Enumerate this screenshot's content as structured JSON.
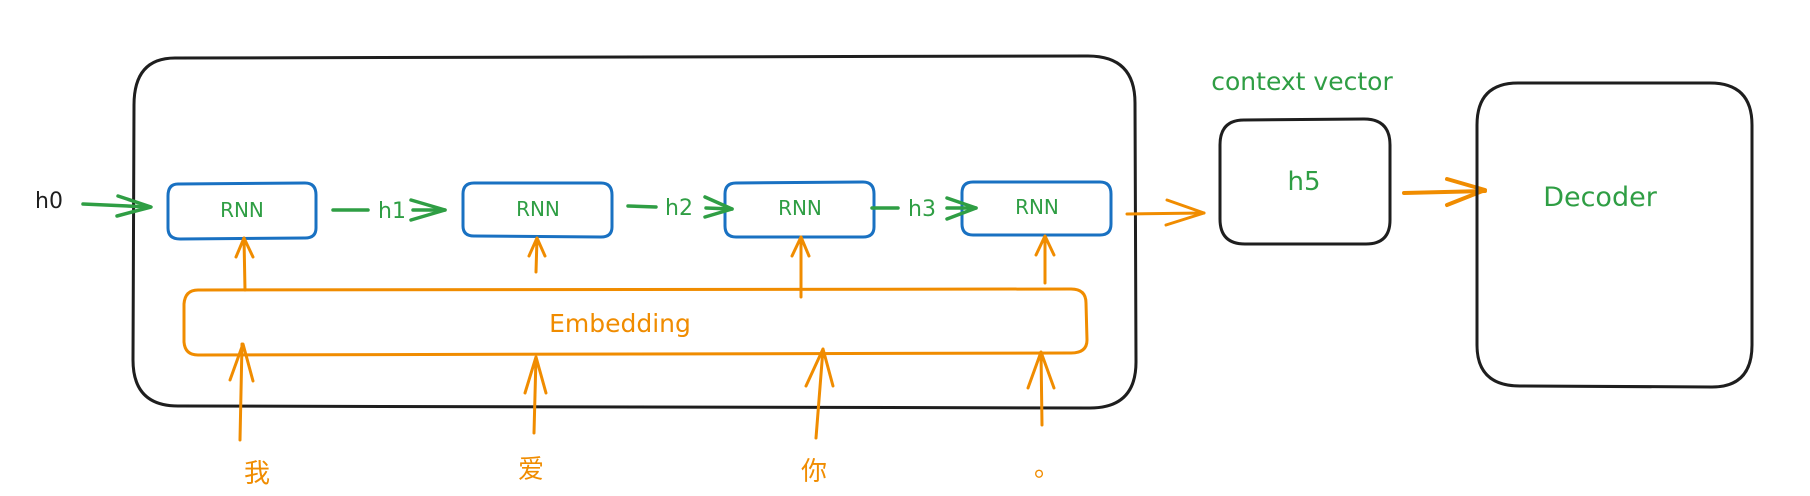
{
  "diagram": {
    "title": "RNN Encoder-Decoder (Seq2Seq)",
    "colors": {
      "outline": "#1e1e1e",
      "rnn_border": "#1971c2",
      "hidden_state": "#2f9e44",
      "embedding": "#f08c00"
    },
    "encoder": {
      "initial_state": "h0",
      "rnn_cells": [
        {
          "label": "RNN"
        },
        {
          "label": "RNN"
        },
        {
          "label": "RNN"
        },
        {
          "label": "RNN"
        }
      ],
      "hidden_states": [
        "h1",
        "h2",
        "h3"
      ],
      "embedding_label": "Embedding",
      "input_tokens": [
        "我",
        "爱",
        "你",
        "。"
      ]
    },
    "context": {
      "caption": "context vector",
      "label": "h5"
    },
    "decoder": {
      "label": "Decoder"
    }
  }
}
